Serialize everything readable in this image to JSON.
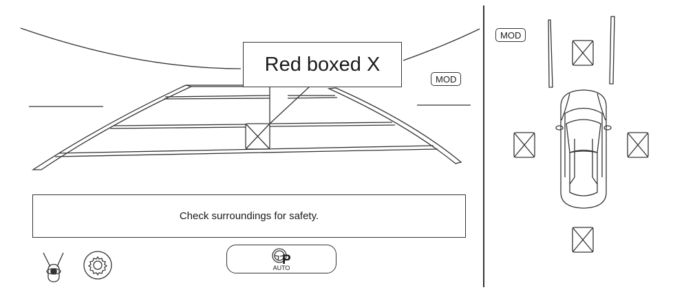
{
  "camera_view": {
    "callout_label": "Red boxed X",
    "mod_label": "MOD",
    "message": "Check surroundings for safety."
  },
  "bottom_bar": {
    "camera_toggle_icon": "car-camera-view-icon",
    "settings_icon": "gear-icon",
    "auto_park_button": {
      "icon": "steering-wheel-p-icon",
      "glyph": "P",
      "label": "AUTO"
    }
  },
  "top_view": {
    "mod_label": "MOD",
    "vehicle_icon": "car-top-view-icon",
    "markers": [
      "front",
      "left",
      "right",
      "rear"
    ]
  },
  "colors": {
    "line": "#333333",
    "background": "#ffffff"
  }
}
